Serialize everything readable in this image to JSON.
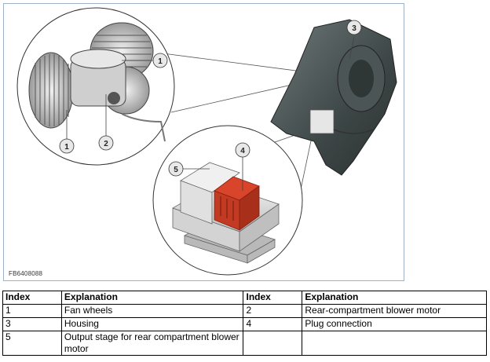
{
  "figure": {
    "code": "FB6408088",
    "callouts": [
      "1",
      "1",
      "2",
      "3",
      "4",
      "5"
    ]
  },
  "legend_table": {
    "headers": [
      "Index",
      "Explanation",
      "Index",
      "Explanation"
    ],
    "rows": [
      [
        "1",
        "Fan wheels",
        "2",
        "Rear-compartment blower motor"
      ],
      [
        "3",
        "Housing",
        "4",
        "Plug connection"
      ],
      [
        "5",
        "Output stage for rear compartment blower motor",
        "",
        ""
      ]
    ]
  }
}
